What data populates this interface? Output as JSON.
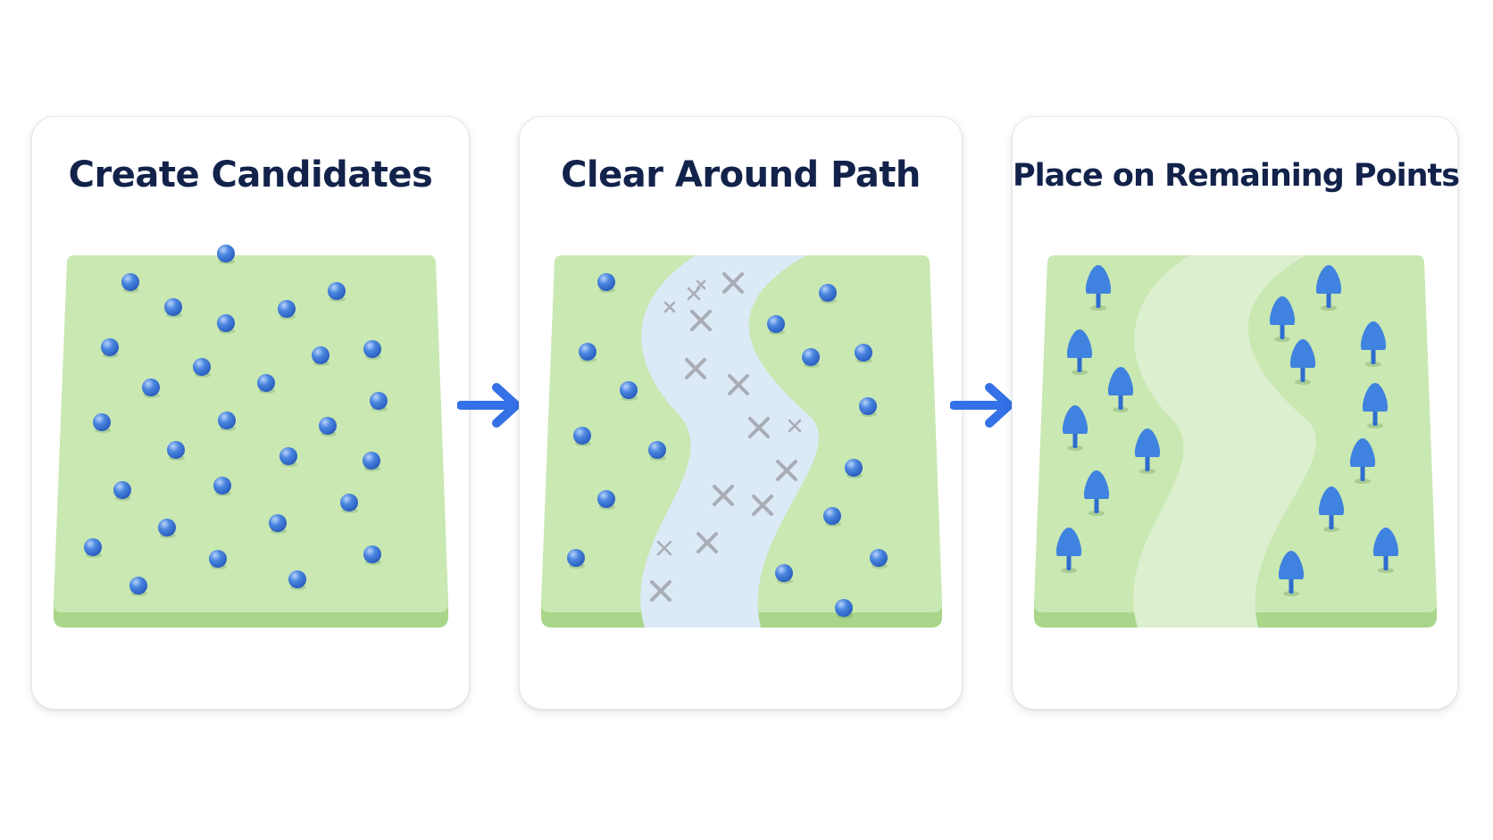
{
  "colors": {
    "title": "#12224a",
    "field_top": "#c9e8b2",
    "field_side": "#a9d68a",
    "path": "#dce9f6",
    "point": "#4a86e0",
    "cross": "#a8adb5",
    "tree": "#3f82e0",
    "arrow": "#3471e6"
  },
  "panels": [
    {
      "title": "Create Candidates",
      "icon": "candidate-point-icon"
    },
    {
      "title": "Clear Around Path",
      "icon": "cross-mark-icon"
    },
    {
      "title": "Place on Remaining Points",
      "icon": "tree-icon"
    }
  ],
  "arrows": [
    "arrow-right-icon",
    "arrow-right-icon"
  ]
}
